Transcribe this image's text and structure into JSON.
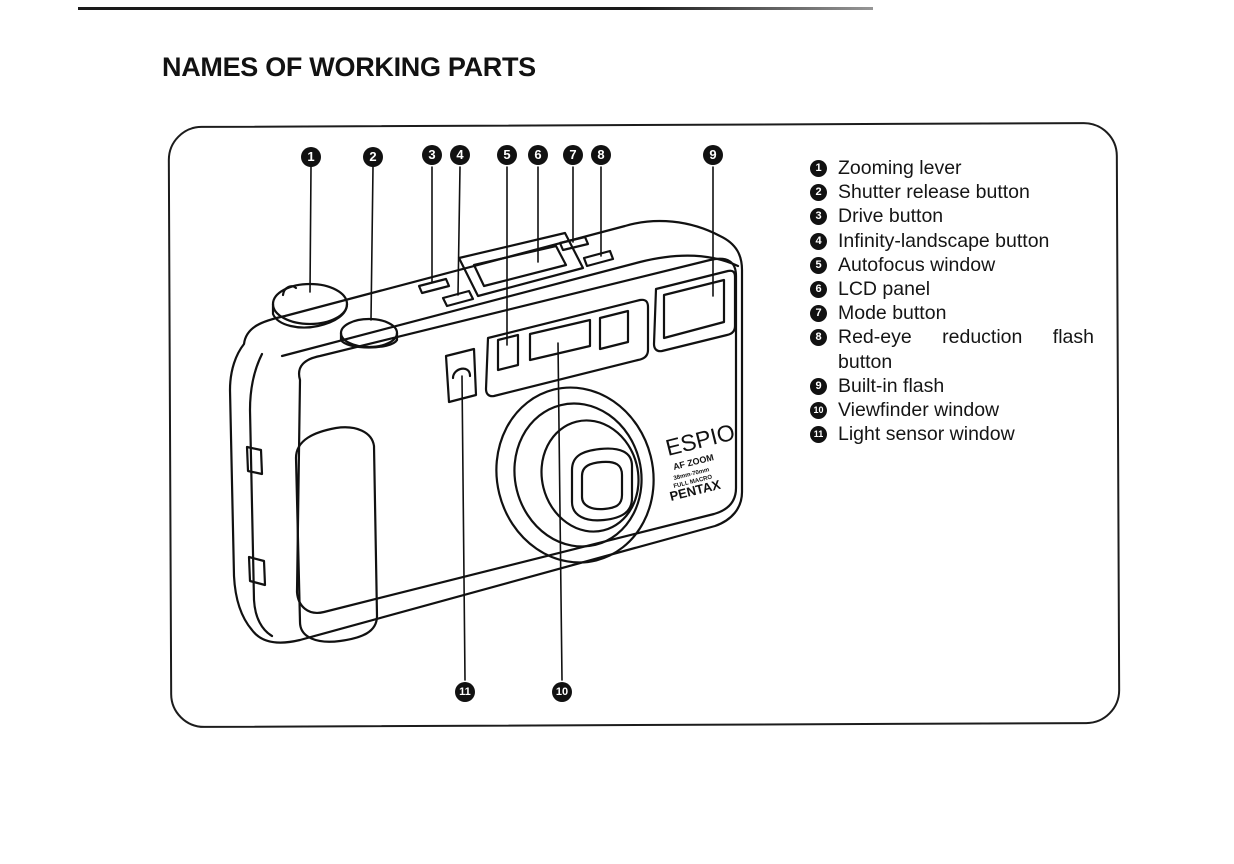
{
  "page": {
    "title": "NAMES OF WORKING PARTS"
  },
  "illustration": {
    "brand_label": "ESPIO",
    "model_line1": "AF ZOOM",
    "model_line2": "38mm-70mm",
    "model_line3": "FULL MACRO",
    "maker_label": "PENTAX"
  },
  "callouts": [
    {
      "n": "1"
    },
    {
      "n": "2"
    },
    {
      "n": "3"
    },
    {
      "n": "4"
    },
    {
      "n": "5"
    },
    {
      "n": "6"
    },
    {
      "n": "7"
    },
    {
      "n": "8"
    },
    {
      "n": "9"
    },
    {
      "n": "10"
    },
    {
      "n": "11"
    }
  ],
  "parts": [
    {
      "n": "1",
      "label": "Zooming lever"
    },
    {
      "n": "2",
      "label": "Shutter release button"
    },
    {
      "n": "3",
      "label": "Drive button"
    },
    {
      "n": "4",
      "label": "Infinity-landscape button"
    },
    {
      "n": "5",
      "label": "Autofocus window"
    },
    {
      "n": "6",
      "label": "LCD panel"
    },
    {
      "n": "7",
      "label": "Mode button"
    },
    {
      "n": "8",
      "label": "Red-eye reduction flash button"
    },
    {
      "n": "9",
      "label": "Built-in flash"
    },
    {
      "n": "10",
      "label": "Viewfinder window"
    },
    {
      "n": "11",
      "label": "Light sensor window"
    }
  ]
}
